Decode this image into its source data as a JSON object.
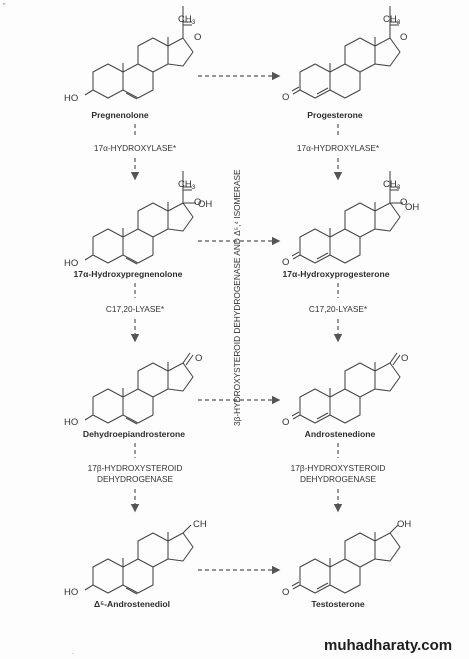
{
  "compounds": {
    "pregnenolone": "Pregnenolone",
    "progesterone": "Progesterone",
    "hydroxypregnenolone": "17α-Hydroxypregnenolone",
    "hydroxyprogesterone": "17α-Hydroxyprogesterone",
    "dhea": "Dehydroepiandrosterone",
    "androstenedione": "Androstenedione",
    "androstenediol": "Δ⁵-Androstenediol",
    "testosterone": "Testosterone"
  },
  "enzymes": {
    "hydroxylase_left": "17α-HYDROXYLASE*",
    "hydroxylase_right": "17α-HYDROXYLASE*",
    "lyase_left": "C17,20-LYASE*",
    "lyase_right": "C17,20-LYASE*",
    "hsd17_left_line1": "17β-HYDROXYSTEROID",
    "hsd17_left_line2": "DEHYDROGENASE",
    "hsd17_right_line1": "17β-HYDROXYSTEROID",
    "hsd17_right_line2": "DEHYDROGENASE",
    "vertical": "3β-HYDROXYSTEROID DEHYDROGENASE AND Δ⁵,⁴ ISOMERASE"
  },
  "atoms": {
    "ch3": "CH",
    "ch3_sub": "3",
    "ketone": "C=O",
    "ho": "HO",
    "oh": "OH",
    "o": "O",
    "ch": "CH"
  },
  "page_marks": {
    "top_left": "\"",
    "bottom_left": "."
  },
  "watermark": "muhadharaty.com"
}
